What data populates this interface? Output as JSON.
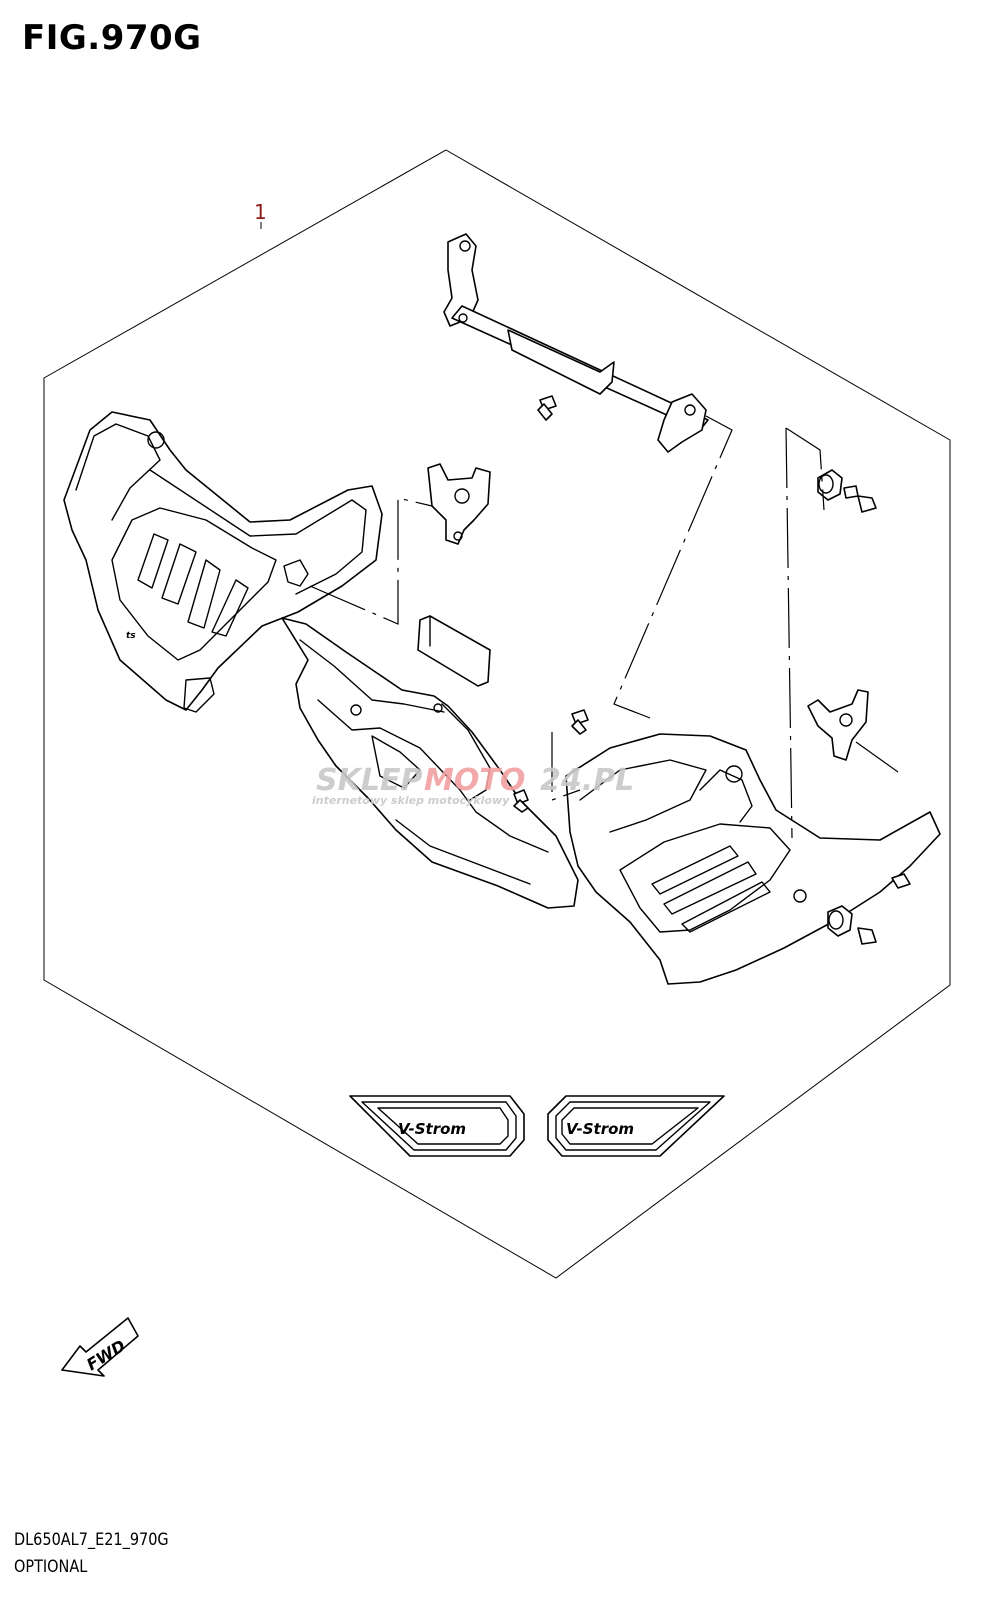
{
  "figure": {
    "title": "FIG.970G",
    "callout_number": "1",
    "diagram_code": "DL650AL7_E21_970G",
    "section_label": "OPTIONAL",
    "fwd_label": "FWD",
    "emblem_text": "V-Strom"
  },
  "watermark": {
    "brand_left": "SKLEP",
    "brand_mid": "MOTO",
    "brand_right": "24.PL",
    "tagline": "internetowy sklep motocyklowy"
  },
  "colors": {
    "callout": "#8b1a1a",
    "watermark_grey": "#c8c8c8",
    "watermark_red": "#f2a0a0"
  }
}
